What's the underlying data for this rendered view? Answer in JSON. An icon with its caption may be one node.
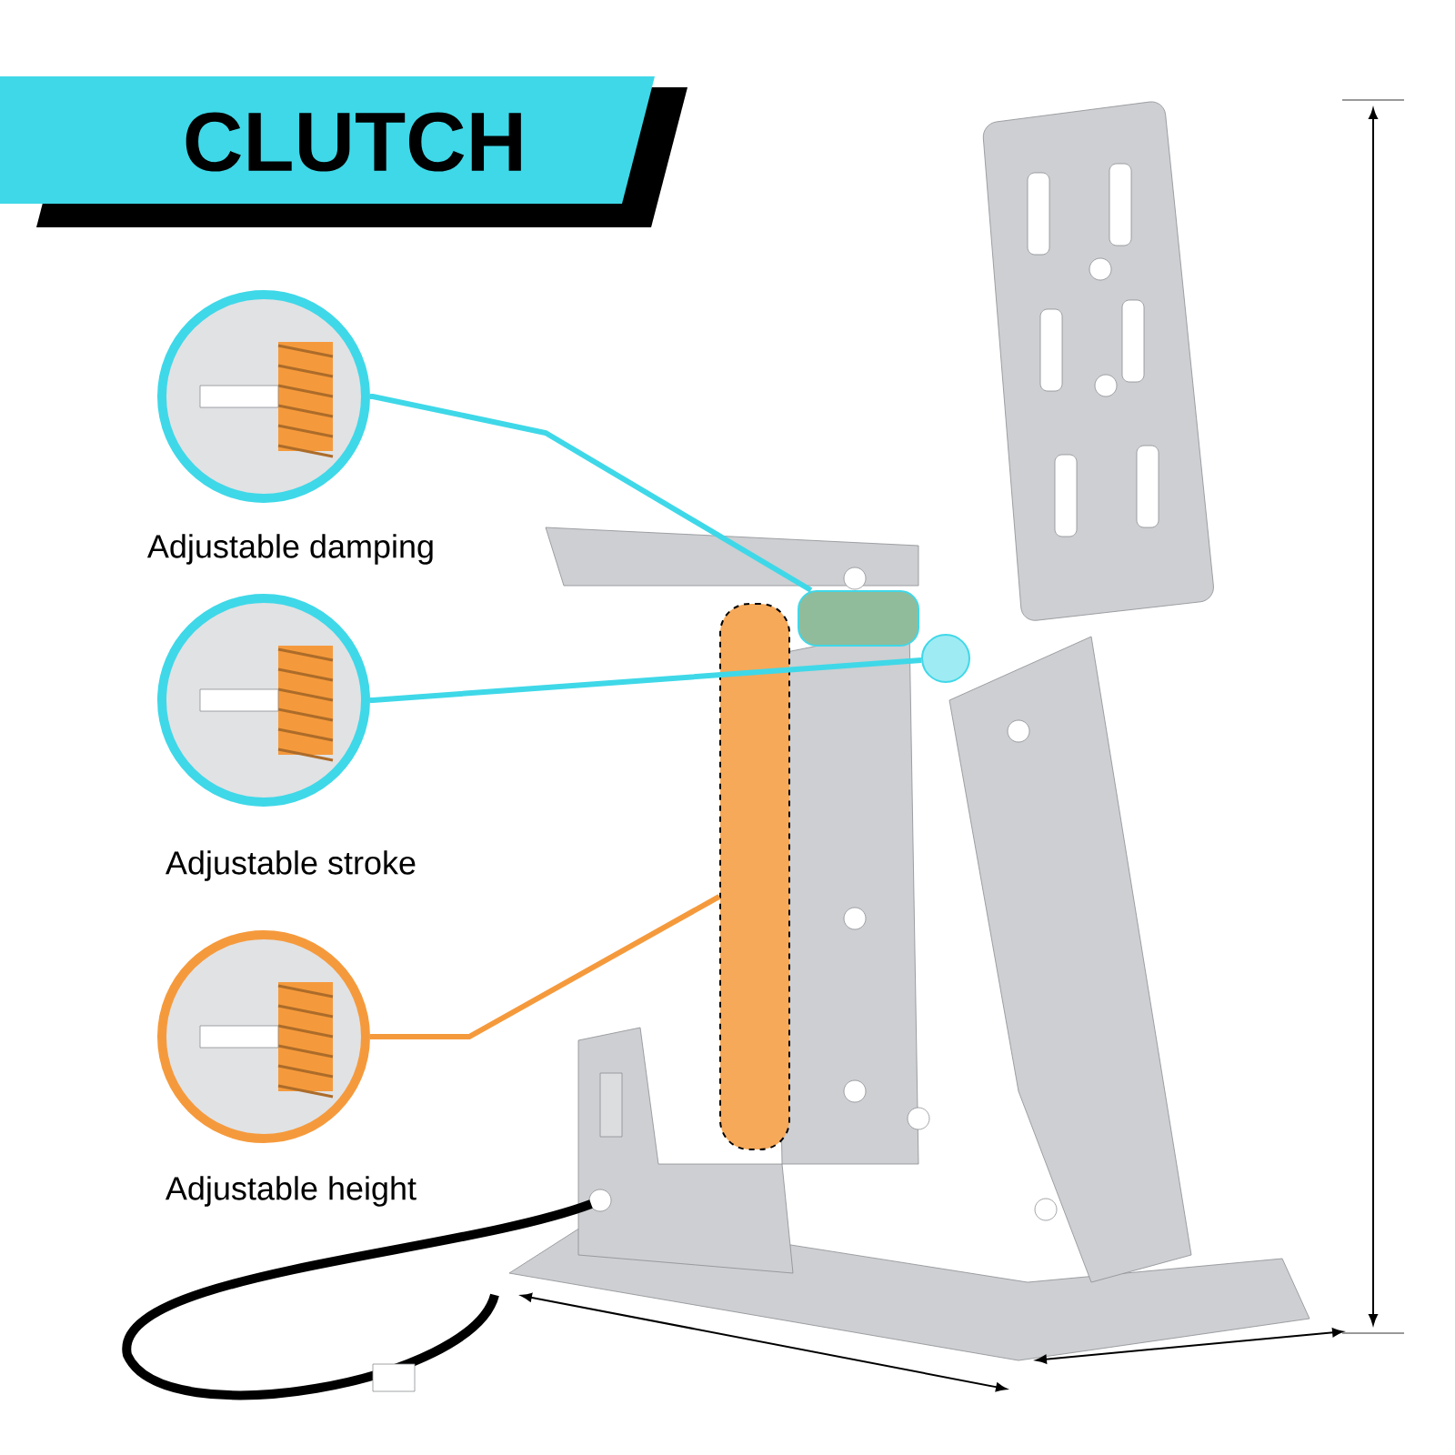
{
  "diagram": {
    "title": "CLUTCH",
    "nodes": [
      {
        "text": [
          "Adjustable damping"
        ]
      },
      {
        "text": [
          "Adjustable stroke"
        ]
      },
      {
        "text": [
          "Adjustable height"
        ]
      },
      {
        "text": [],
        "shape": "cylinder"
      },
      {
        "text": [],
        "shape": "circle"
      },
      {
        "text": [],
        "shape": "bar"
      }
    ],
    "edges": [
      {
        "from": 0,
        "to": 3,
        "arrow": "none"
      },
      {
        "from": 1,
        "to": 4,
        "arrow": "none"
      },
      {
        "from": 2,
        "to": 5,
        "arrow": "none",
        "color": "#f59a3c"
      }
    ]
  }
}
